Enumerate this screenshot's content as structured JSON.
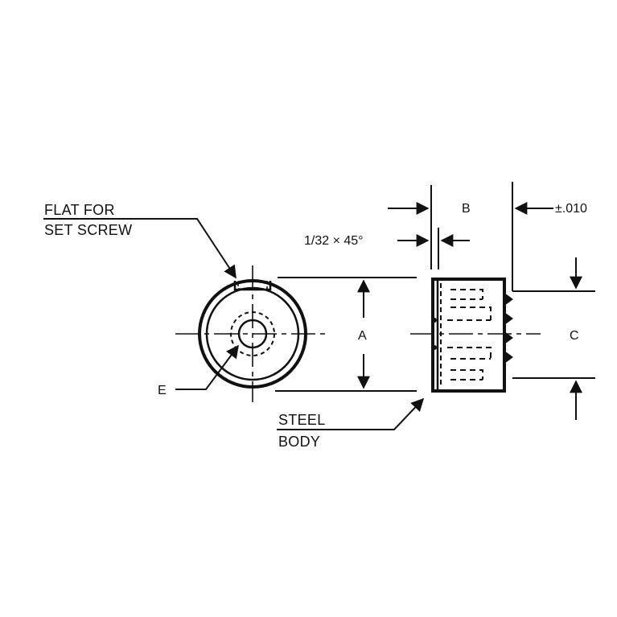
{
  "labels": {
    "flat_line1": "FLAT FOR",
    "flat_line2": "SET SCREW",
    "dim_a": "A",
    "dim_b": "B",
    "dim_c": "C",
    "dim_e": "E",
    "chamfer": "1/32 × 45°",
    "tolerance": "±.010",
    "steel_line1": "STEEL",
    "steel_line2": "BODY"
  },
  "colors": {
    "ink": "#111111",
    "background": "#ffffff"
  }
}
